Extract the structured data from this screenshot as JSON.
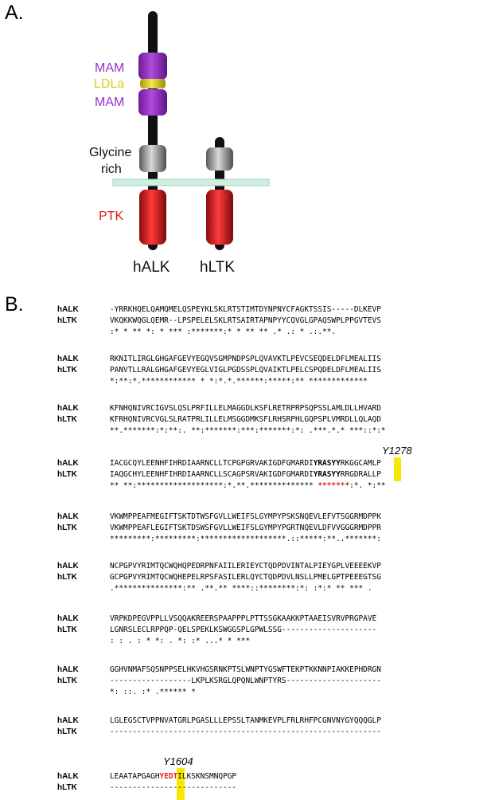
{
  "panel_a": {
    "label": "A.",
    "domains": {
      "mam_top": "MAM",
      "ldla": "LDLa",
      "mam_bottom": "MAM",
      "glycine_line1": "Glycine",
      "glycine_line2": "rich",
      "ptk": "PTK"
    },
    "proteins": [
      "hALK",
      "hLTK"
    ],
    "colors": {
      "mam": "#9b2fc9",
      "ldla": "#e8d11f",
      "glycine": "#9a9a9a",
      "ptk": "#e01b1b",
      "membrane": "#cfeee0"
    }
  },
  "panel_b": {
    "label": "B.",
    "names": [
      "hALK",
      "hLTK"
    ],
    "sites": {
      "y1278": "Y1278",
      "y1604": "Y1604"
    },
    "blocks": [
      {
        "alk": "-YRRKHQELQAMQMELQSPEYKLSKLRTSTIMTDYNPNYCFAGKTSSIS-----DLKEVP",
        "ltk": "VKQKKWQGLQEMR--LPSPELELSKLRTSAIRTAPNPYYCQVGLGPAQSWPLPPGVTEVS",
        "cons": "  :* * ** *:  * *** :*******:* *  ** ** .*   .: *      .:.**."
      },
      {
        "alk": "RKNITLIRGLGHGAFGEVYEGQVSGMPNDPSPLQVAVKTLPEVCSEQDELDFLMEALIIS",
        "ltk": "PANVTLLRALGHGAFGEVYEGLVIGLPGDSSPLQVAIKTLPELCSPQDELDFLMEALIIS",
        "cons": "   *:**:*.************ * *:*.*.******:*****:** *************"
      },
      {
        "alk": "KFNHQNIVRCIGVSLQSLPRFILLELMAGGDLKSFLRETRPRPSQPSSLAMLDLLHVARD",
        "ltk": "KFRHQNIVRCVGLSLRATPRLILLELMSGGDMKSFLRHSRPHLGQPSPLVMRDLLQLAQD",
        "cons": "**.*******:*:**:.  **:*******:***:*******:*:   .***.*.*  ***::*:*"
      },
      {
        "alk_pre": "IACGCQYLEENHFIHRDIAARNCLLTCPGPGRVAKIGDFGMARDI",
        "alk_y": "Y",
        "alk_b": "RASYY",
        "alk_post": "RKGGCAMLP",
        "ltk_pre": "IAQGCHYLEENHFIHRDIAARNCLLSCAGPSRVAKIGDFGMARDI",
        "ltk_y": "Y",
        "ltk_b": "RASYY",
        "ltk_post": "RRGDRALLP",
        "cons_pre": "** **:*******************:*.**.************** ",
        "cons_red": "******",
        "cons_post": "*:*. *:**"
      },
      {
        "alk": "VKWMPPEAFMEGIFTSKTDTWSFGVLLWEIFSLGYMPYPSKSNQEVLEFVTSGGRMDPPK",
        "ltk": "VKWMPPEAFLEGIFTSKTDSWSFGVLLWEIFSLGYMPYPGRTNQEVLDFVVGGGRMDPPR",
        "cons": "*********:*********:*******************.::*****:**..*******:"
      },
      {
        "alk": "NCPGPVYRIMTQCWQHQPEDRPNFAIILERIEYCTQDPDVINTALPIEYGPLVEEEEKVP",
        "ltk": "GCPGPVYRIMTQCWQHEPELRPSFASILERLQYCTQDPDVLNSLLPMELGPTPEEEGTSG",
        "cons": " .***************:** .**.** ****::********:*: :*:* **   *** ."
      },
      {
        "alk": "VRPKDPEGVPPLLVSQQAKREERSPAAPPPLPTTSSGKAAKKPTAAEISVRVPRGPAVE",
        "ltk": "LGNRSLECLRPPQP-QELSPEKLKSWGGSPLGPWLSSG---------------------",
        "cons": " :  : . : *       *:  . *: :* ...*  *  ***"
      },
      {
        "alk": "GGHVNMAFSQSNPPSELHKVHGSRNKPTSLWNPTYGSWFTEKPTKKNNPIAKKEPHDRGN",
        "ltk": "------------------LKPLKSRGLQPQNLWNPTYRS---------------------",
        "cons": "                   *: ::.   :* .****** *"
      },
      {
        "alk": "LGLEGSCTVPPNVATGRLPGASLLLEPSSLTANMKEVPLFRLRHFPCGNVNYGYQQQGLP",
        "ltk": "------------------------------------------------------------",
        "cons": ""
      },
      {
        "alk_pre": "LEAATAPGAGH",
        "alk_red": "YEDT",
        "alk_post": "ILKSKNSMNQPGP",
        "ltk": "----------------------------",
        "cons": ""
      }
    ]
  }
}
